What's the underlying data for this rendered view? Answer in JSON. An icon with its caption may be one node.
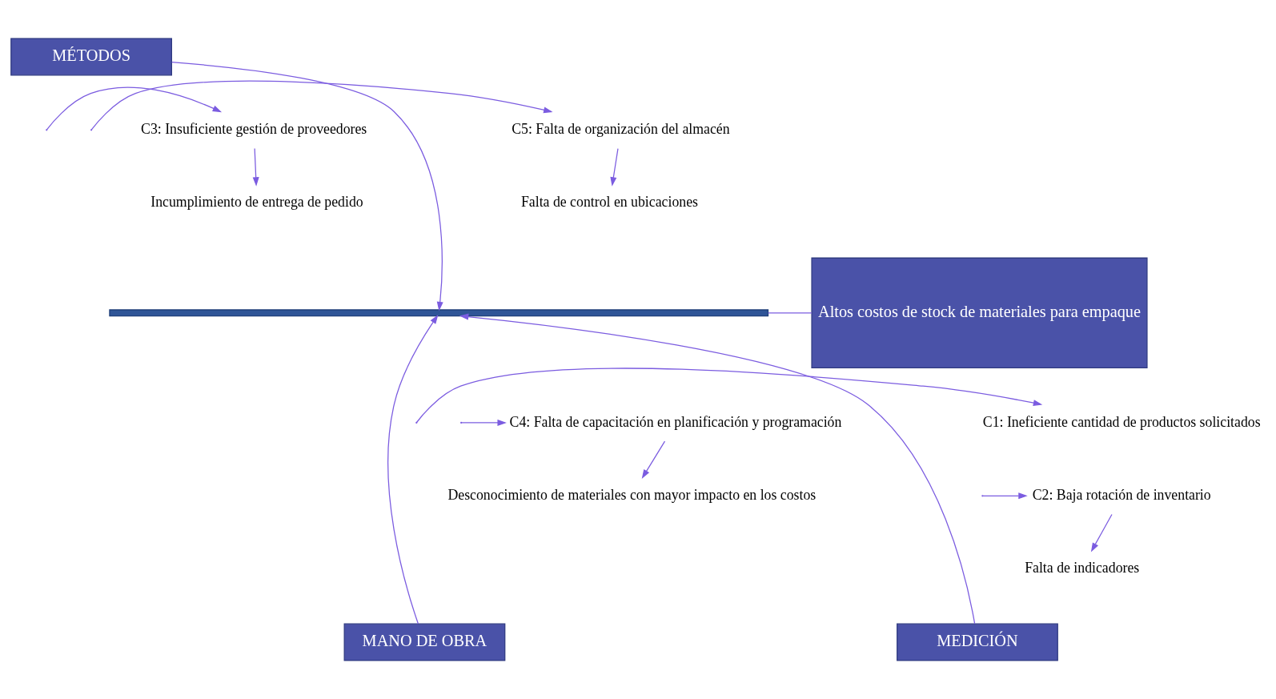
{
  "diagram": {
    "nodes": [
      {
        "text": [
          "MÉTODOS"
        ]
      },
      {
        "text": [
          "C3: Insuficiente gestión de proveedores"
        ]
      },
      {
        "text": [
          "Incumplimiento de entrega de pedido"
        ]
      },
      {
        "text": [
          "C5: Falta de organización del almacén"
        ]
      },
      {
        "text": [
          "Falta de control en ubicaciones"
        ]
      },
      {
        "text": [],
        "shape": "bar"
      },
      {
        "text": [
          "Altos costos de stock de materiales para empaque"
        ]
      },
      {
        "text": [
          "C4: Falta de capacitación en planificación y programación"
        ]
      },
      {
        "text": [
          "Desconocimiento de materiales con mayor impacto en los costos"
        ]
      },
      {
        "text": [
          "C1: Ineficiente cantidad de productos solicitados"
        ]
      },
      {
        "text": [
          "C2: Baja rotación de inventario"
        ]
      },
      {
        "text": [
          "Falta de indicadores"
        ]
      },
      {
        "text": [
          "MANO DE OBRA"
        ]
      },
      {
        "text": [
          "MEDICIÓN"
        ]
      }
    ],
    "edges": [
      {
        "from": 0,
        "to": 5,
        "arrow": "to"
      },
      {
        "from": null,
        "to": 1,
        "arrow": "to"
      },
      {
        "from": 1,
        "to": 2,
        "arrow": "to"
      },
      {
        "from": null,
        "to": 3,
        "arrow": "to"
      },
      {
        "from": 3,
        "to": 4,
        "arrow": "to"
      },
      {
        "from": 5,
        "to": 6,
        "arrow": "none"
      },
      {
        "from": 12,
        "to": 5,
        "arrow": "to"
      },
      {
        "from": null,
        "to": 7,
        "arrow": "to"
      },
      {
        "from": 7,
        "to": 8,
        "arrow": "to"
      },
      {
        "from": 13,
        "to": 5,
        "arrow": "to"
      },
      {
        "from": null,
        "to": 9,
        "arrow": "to"
      },
      {
        "from": null,
        "to": 10,
        "arrow": "to"
      },
      {
        "from": 10,
        "to": 11,
        "arrow": "to"
      }
    ]
  }
}
